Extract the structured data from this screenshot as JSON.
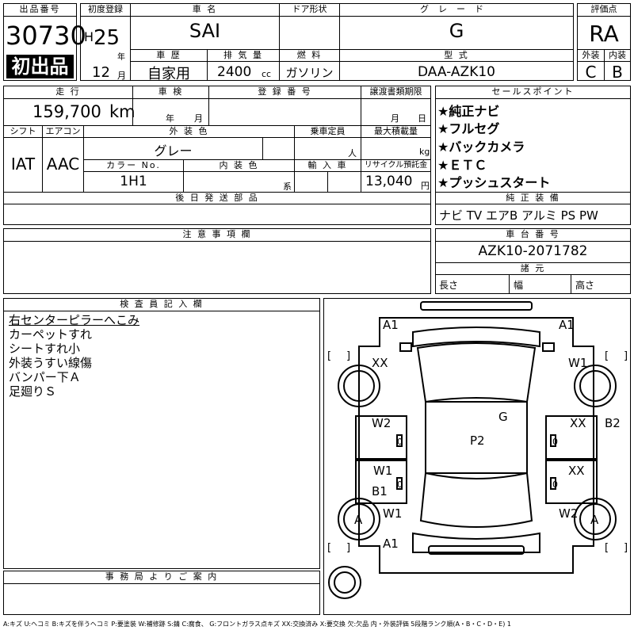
{
  "headers": {
    "lot_no": "出品番号",
    "first_reg": "初度登録",
    "car_name": "車 名",
    "door": "ドア形状",
    "grade": "グレード",
    "score": "評価点",
    "history": "車 歴",
    "displacement": "排 気 量",
    "fuel": "燃 料",
    "model": "型 式",
    "exterior": "外装",
    "interior": "内装",
    "mileage": "走 行",
    "inspection": "車 検",
    "reg_no": "登 録 番 号",
    "transfer": "譲渡書類期限",
    "sales_points": "セールスポイント",
    "shift": "シフト",
    "ac": "エアコン",
    "ext_color": "外 装 色",
    "capacity": "乗車定員",
    "max_load": "最大積載量",
    "color_no": "カラー No.",
    "int_color": "内 装 色",
    "import": "輸 入 車",
    "recycle": "リサイクル預託金",
    "later_parts": "後 日 発 送 部 品",
    "genuine": "純 正 装 備",
    "notes": "注 意 事 項 欄",
    "chassis": "車 台 番 号",
    "dimensions": "諸 元",
    "inspector": "検 査 員 記 入 欄",
    "office": "事 務 局 よ り ご 案 内"
  },
  "lot_no": "30730",
  "first_listing": "初出品",
  "first_reg": {
    "era": "H",
    "year": "25",
    "year_unit": "年",
    "month": "12",
    "month_unit": "月"
  },
  "car_name": "SAI",
  "grade": "G",
  "score": "RA",
  "history": "自家用",
  "displacement": "2400",
  "displacement_unit": "cc",
  "fuel": "ガソリン",
  "model": "DAA-AZK10",
  "ext_score": "C",
  "int_score": "B",
  "mileage": "159,700",
  "mileage_unit": "km",
  "inspection_year": "年",
  "inspection_month": "月",
  "transfer_month": "月",
  "transfer_day": "日",
  "sales_points": [
    "★純正ナビ",
    "★フルセグ",
    "★バックカメラ",
    "★ＥＴＣ",
    "★プッシュスタート"
  ],
  "shift": "IAT",
  "ac": "AAC",
  "ext_color": "グレー",
  "capacity_unit": "人",
  "max_load_unit": "kg",
  "color_no": "1H1",
  "int_color_unit": "系",
  "recycle": "13,040",
  "recycle_unit": "円",
  "genuine_equipment": "ナビ TV エアB アルミ PS PW",
  "chassis_no": "AZK10-2071782",
  "dim_length": "長さ",
  "dim_width": "幅",
  "dim_height": "高さ",
  "inspector_notes": [
    "右センターピラーへこみ",
    "カーペットすれ",
    "シートすれ小",
    "外装うすい線傷",
    "バンパー下Ａ",
    "足廻りＳ"
  ],
  "diagram_marks": {
    "a1_tl": "A1",
    "a1_tr": "A1",
    "xx_fl": "XX",
    "w1_fr": "W1",
    "w2_l": "W2",
    "xx_r": "XX",
    "g": "G",
    "p2": "P2",
    "b2": "B2",
    "w1_l": "W1",
    "b1": "B1",
    "xx_rr": "XX",
    "w1_rl": "W1",
    "w2_rr": "W2",
    "a_l": "A",
    "a_r": "A",
    "a1_b": "A1",
    "z1": "0",
    "z2": "0",
    "z3": "0",
    "z4": "0"
  },
  "legend": "A:キズ U:ヘコミ B:キズを伴うヘコミ P:要塗装 W:補修跡 S:錆 C:腐食、 G:フロントガラス点キズ XX:交換済み X:要交換 欠:欠品 内・外装評価 5段階ランク順(A・B・C・D・E) 1"
}
